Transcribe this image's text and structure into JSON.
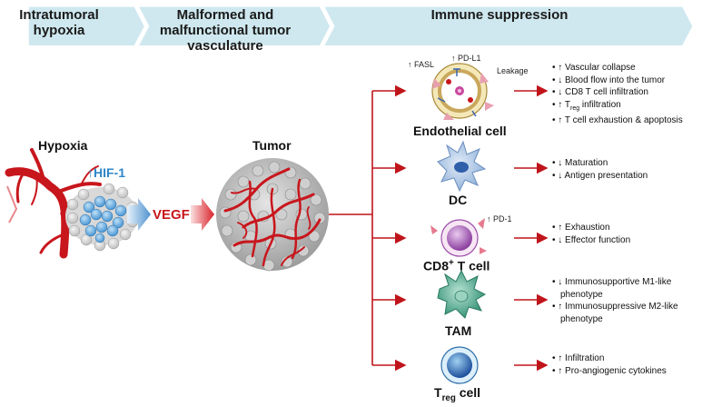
{
  "banner": {
    "col1": "Intratumoral hypoxia",
    "col2": "Malformed and malfunctional tumor vasculature",
    "col3": "Immune suppression"
  },
  "left": {
    "hypoxia_label": "Hypoxia",
    "hif_label": "↑HIF-1",
    "vegf_label": "VEGF",
    "tumor_label": "Tumor"
  },
  "endothelial": {
    "title": "Endothelial cell",
    "fasl": "↑ FASL",
    "pdl1": "↑ PD-L1",
    "leakage": "Leakage",
    "effects": [
      "• ↑ Vascular collapse",
      "• ↓ Blood flow into the tumor",
      "• ↓ CD8 T cell infiltration",
      "• ↑ T",
      "• ↑ T cell exhaustion & apoptosis"
    ],
    "treg_sub": "reg",
    "treg_rest": " infiltration"
  },
  "dc": {
    "title": "DC",
    "effects": [
      "• ↓ Maturation",
      "• ↓ Antigen presentation"
    ]
  },
  "cd8": {
    "title_main": "CD8",
    "title_sup": "+",
    "title_rest": " T cell",
    "pd1": "↑ PD-1",
    "effects": [
      "• ↑ Exhaustion",
      "• ↓ Effector function"
    ]
  },
  "tam": {
    "title": "TAM",
    "effects": [
      "• ↓ Immunosupportive M1-like",
      "phenotype",
      "• ↑ Immunosuppressive M2-like",
      "phenotype"
    ]
  },
  "treg": {
    "title_main": "T",
    "title_sub": "reg",
    "title_rest": " cell",
    "effects": [
      "• ↑ Infiltration",
      "• ↑ Pro-angiogenic cytokines"
    ]
  },
  "colors": {
    "banner": "#cfe8ef",
    "arrow_red": "#c0141b",
    "vessel": "#c8161d",
    "hif_blue": "#2e86c8",
    "vegf_red": "#c8161d"
  }
}
